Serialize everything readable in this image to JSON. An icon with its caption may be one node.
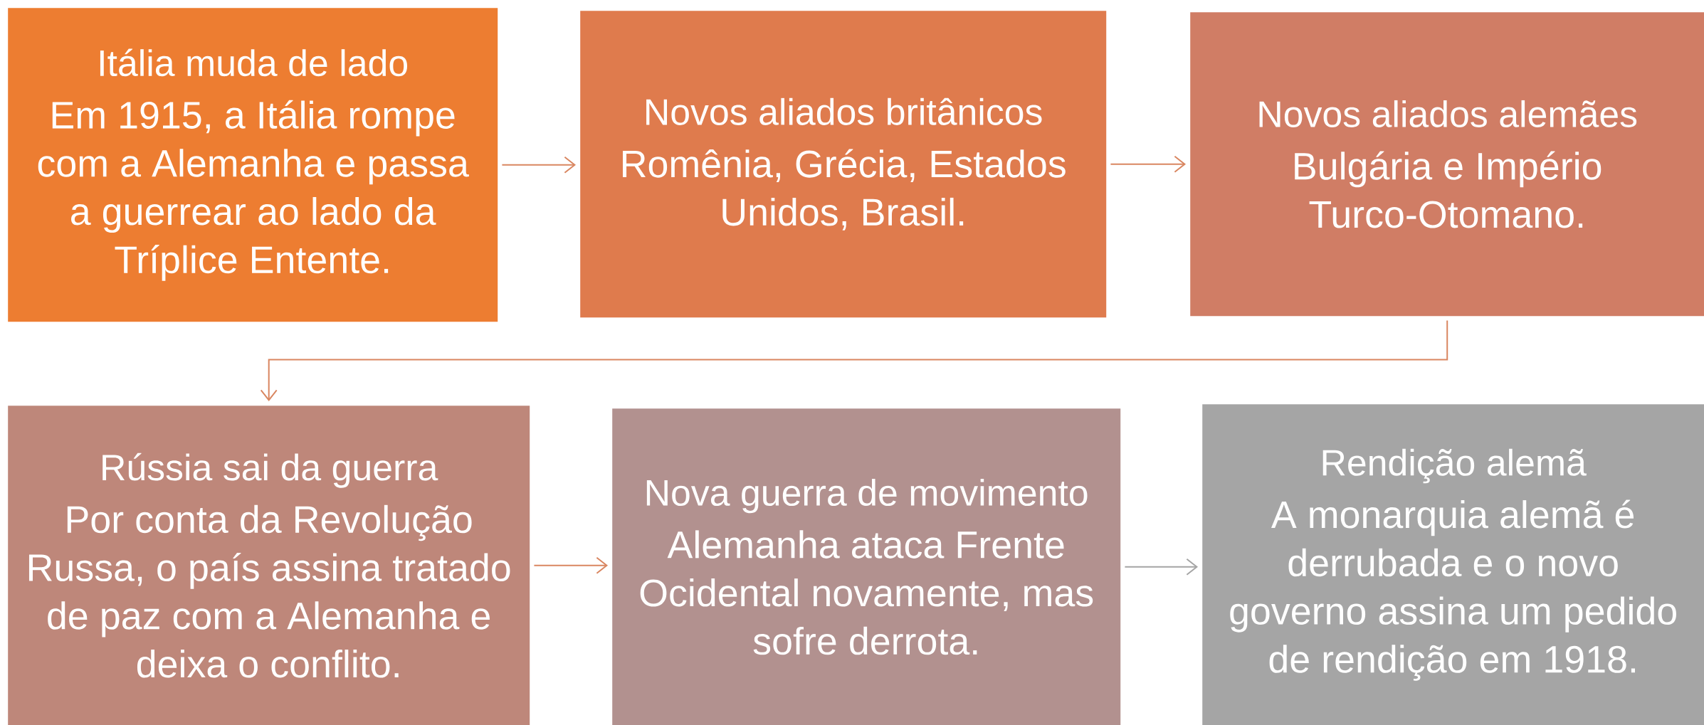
{
  "diagram": {
    "nodes": [
      {
        "text": [
          "Itália muda de lado",
          "Em 1915, a Itália rompe com a Alemanha e passa a guerrear ao lado da Tríplice Entente."
        ]
      },
      {
        "text": [
          "Novos aliados britânicos",
          "Romênia, Grécia, Estados Unidos, Brasil."
        ]
      },
      {
        "text": [
          "Novos aliados alemães",
          "Bulgária e Império Turco-Otomano."
        ]
      },
      {
        "text": [
          "Rússia sai da guerra",
          "Por conta da Revolução Russa, o país assina tratado de paz com a Alemanha e deixa o conflito."
        ]
      },
      {
        "text": [
          "Nova guerra de movimento",
          "Alemanha ataca Frente Ocidental novamente, mas sofre derrota."
        ]
      },
      {
        "text": [
          "Rendição alemã",
          "A monarquia alemã é derrubada e o novo governo assina um pedido de rendição em 1918."
        ]
      }
    ],
    "edges": [
      {
        "from": 0,
        "to": 1,
        "arrow": "to"
      },
      {
        "from": 1,
        "to": 2,
        "arrow": "to"
      },
      {
        "from": 2,
        "to": 3,
        "arrow": "to"
      },
      {
        "from": 3,
        "to": 4,
        "arrow": "to"
      },
      {
        "from": 4,
        "to": 5,
        "arrow": "to",
        "color": "#a5a5a5"
      }
    ]
  }
}
